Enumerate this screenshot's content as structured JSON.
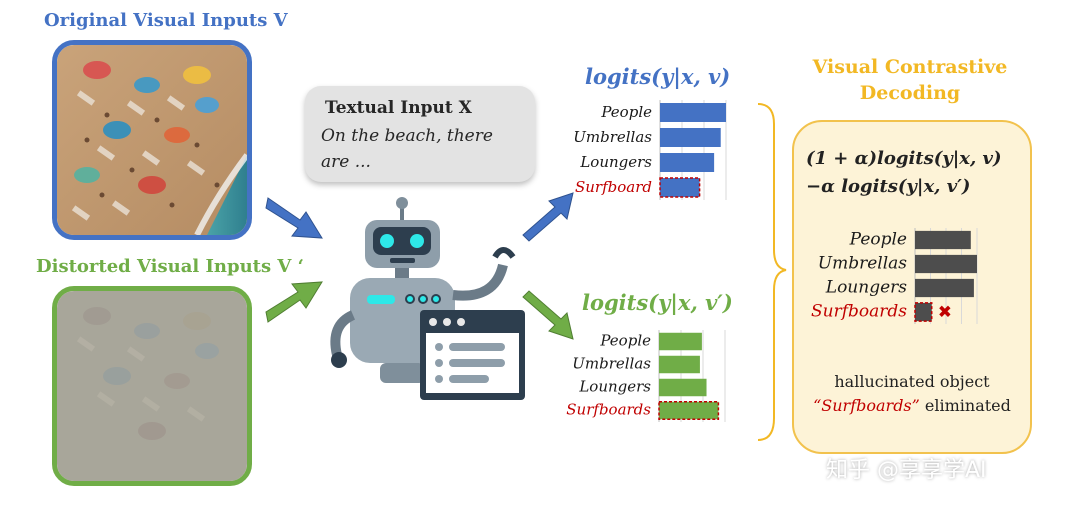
{
  "labels": {
    "original": "Original Visual Inputs V",
    "distorted": "Distorted Visual Inputs V ‘"
  },
  "textual_input": {
    "title": "Textual Input X",
    "body_line1": "On the beach, there",
    "body_line2": "are ..."
  },
  "logits_top": {
    "title": "logits(y|x, v)"
  },
  "logits_bottom": {
    "title": "logits(y|x, v′)"
  },
  "vcd": {
    "title_line1": "Visual Contrastive",
    "title_line2": "Decoding",
    "formula_line1": "(1 + α)logits(y|x, v)",
    "formula_line2": "−α logits(y|x, v′)",
    "note_line1": "hallucinated object",
    "note_quote": "“Surfboards”",
    "note_rest": " eliminated"
  },
  "watermark": "知乎 @享享学AI",
  "colors": {
    "blue": "#4472c4",
    "green": "#70ad47",
    "gold": "#f2b824",
    "red": "#c00000",
    "dark_bar": "#4d4d4d"
  },
  "chart_data": [
    {
      "type": "bar",
      "orientation": "horizontal",
      "title": "logits(y|x, v)",
      "categories": [
        "People",
        "Umbrellas",
        "Loungers",
        "Surfboard"
      ],
      "values": [
        1.0,
        0.92,
        0.82,
        0.6
      ],
      "highlighted_category": "Surfboard"
    },
    {
      "type": "bar",
      "orientation": "horizontal",
      "title": "logits(y|x, v′)",
      "categories": [
        "People",
        "Umbrellas",
        "Loungers",
        "Surfboards"
      ],
      "values": [
        0.65,
        0.62,
        0.72,
        0.9
      ],
      "highlighted_category": "Surfboards"
    },
    {
      "type": "bar",
      "orientation": "horizontal",
      "title": "",
      "categories": [
        "People",
        "Umbrellas",
        "Loungers",
        "Surfboards"
      ],
      "values": [
        0.9,
        1.0,
        0.95,
        0.27
      ],
      "highlighted_category": "Surfboards",
      "eliminated_marker": "✖"
    }
  ]
}
